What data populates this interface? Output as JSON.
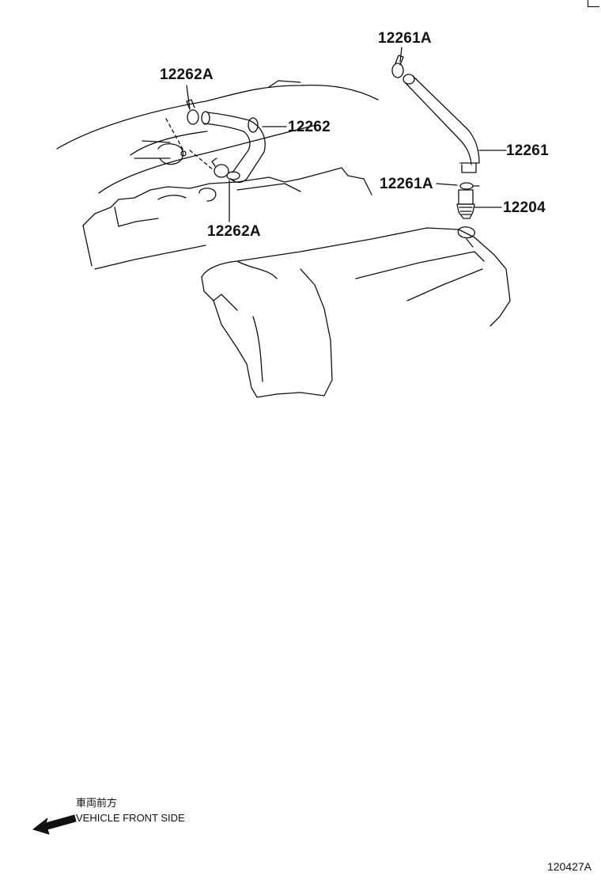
{
  "callouts": {
    "c1": "12262A",
    "c2": "12262",
    "c3": "12262A",
    "c4": "12261A",
    "c5": "12261",
    "c6": "12261A",
    "c7": "12204"
  },
  "legend": {
    "direction_jp": "車両前方",
    "direction_en": "VEHICLE FRONT SIDE"
  },
  "illustration_number": "120427A",
  "icons": {
    "direction_arrow": "arrow-down-left-icon"
  }
}
